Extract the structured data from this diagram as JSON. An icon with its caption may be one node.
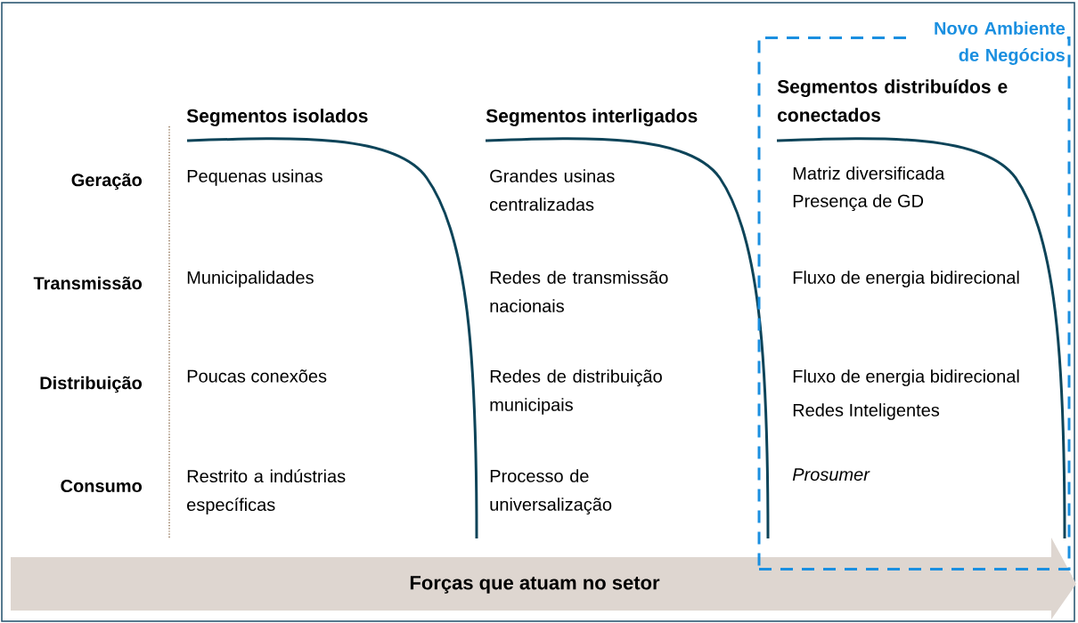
{
  "diagram": {
    "nodes": [
      {
        "text": [
          "Novo Ambiente de Negócios"
        ]
      },
      {
        "text": [
          "Forças que atuam no setor"
        ]
      }
    ],
    "labels": [
      "Segmentos isolados",
      "Segmentos interligados",
      "Segmentos distribuídos e conectados",
      "Geração",
      "Pequenas usinas",
      "Grandes usinas centralizadas",
      "Matriz diversificada",
      "Presença de GD",
      "Transmissão",
      "Municipalidades",
      "Redes de transmissão nacionais",
      "Fluxo de energia bidirecional",
      "Distribuição",
      "Poucas conexões",
      "Redes de distribuição municipais",
      "Fluxo de energia bidirecional",
      "Redes Inteligentes",
      "Consumo",
      "Restrito a indústrias específicas",
      "Processo de universalização",
      "Prosumer"
    ]
  }
}
